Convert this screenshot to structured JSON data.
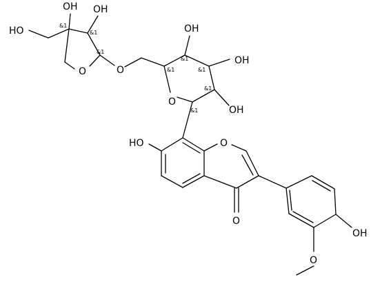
{
  "diagram": {
    "kind": "chemical-structure",
    "line_color": "#000000",
    "background": "#ffffff",
    "atom_labels": {
      "furanose_oh_top_left": "OH",
      "furanose_oh_top_right": "OH",
      "hydroxymethyl_ho": "HO",
      "furanose_ring_o": "O",
      "glycosidic_o": "O",
      "pyranose_oh_top": "OH",
      "pyranose_oh_right": "OH",
      "pyranose_ring_o": "O",
      "pyranose_oh_lower": "OH",
      "phenol_ho": "HO",
      "chromone_ring_o": "O",
      "carbonyl_o": "O",
      "aryl_oh": "OH",
      "methoxy_o": "O"
    },
    "stereo_marks": {
      "c_furanose_quaternary": "&1",
      "c_furanose_2": "&1",
      "c_furanose_anomeric": "&1",
      "c_pyranose_5": "&1",
      "c_pyranose_4": "&1",
      "c_pyranose_3": "&1",
      "c_pyranose_2": "&1",
      "c_pyranose_1": "&1"
    }
  }
}
